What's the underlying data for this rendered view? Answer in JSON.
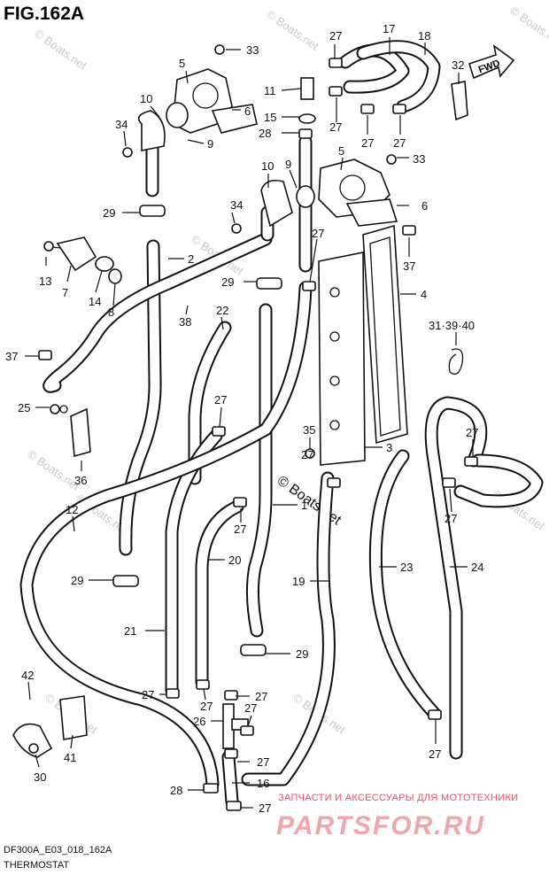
{
  "figure": {
    "title": "FIG.162A",
    "code": "DF300A_E03_018_162A",
    "name": "THERMOSTAT"
  },
  "watermarks": {
    "text": "© Boats.net",
    "center_text": "© Boats.net"
  },
  "branding": {
    "tagline": "ЗАПЧАСТИ И АКСЕССУАРЫ ДЛЯ МОТОТЕХНИКИ",
    "logo": "PARTSFOR.RU",
    "accent_color": "#f04e5a"
  },
  "fwd_label": "FWD",
  "callouts": [
    {
      "id": "c33a",
      "label": "33"
    },
    {
      "id": "c5a",
      "label": "5"
    },
    {
      "id": "c10a",
      "label": "10"
    },
    {
      "id": "c6a",
      "label": "6"
    },
    {
      "id": "c34a",
      "label": "34"
    },
    {
      "id": "c9a",
      "label": "9"
    },
    {
      "id": "c29a",
      "label": "29"
    },
    {
      "id": "c27a",
      "label": "27"
    },
    {
      "id": "c17",
      "label": "17"
    },
    {
      "id": "c18",
      "label": "18"
    },
    {
      "id": "c32",
      "label": "32"
    },
    {
      "id": "c11",
      "label": "11"
    },
    {
      "id": "c15",
      "label": "15"
    },
    {
      "id": "c28a",
      "label": "28"
    },
    {
      "id": "c27b",
      "label": "27"
    },
    {
      "id": "c27c",
      "label": "27"
    },
    {
      "id": "c27d",
      "label": "27"
    },
    {
      "id": "c10b",
      "label": "10"
    },
    {
      "id": "c9b",
      "label": "9"
    },
    {
      "id": "c5b",
      "label": "5"
    },
    {
      "id": "c33b",
      "label": "33"
    },
    {
      "id": "c6b",
      "label": "6"
    },
    {
      "id": "c34b",
      "label": "34"
    },
    {
      "id": "c27e",
      "label": "27"
    },
    {
      "id": "c37a",
      "label": "37"
    },
    {
      "id": "c4",
      "label": "4"
    },
    {
      "id": "c13",
      "label": "13"
    },
    {
      "id": "c7",
      "label": "7"
    },
    {
      "id": "c14",
      "label": "14"
    },
    {
      "id": "c8",
      "label": "8"
    },
    {
      "id": "c2",
      "label": "2"
    },
    {
      "id": "c29b",
      "label": "29"
    },
    {
      "id": "c38",
      "label": "38"
    },
    {
      "id": "c22",
      "label": "22"
    },
    {
      "id": "c313940",
      "label": "31·39·40"
    },
    {
      "id": "c37b",
      "label": "37"
    },
    {
      "id": "c25",
      "label": "25"
    },
    {
      "id": "c27f",
      "label": "27"
    },
    {
      "id": "c35",
      "label": "35"
    },
    {
      "id": "c3",
      "label": "3"
    },
    {
      "id": "c27g",
      "label": "27"
    },
    {
      "id": "c36",
      "label": "36"
    },
    {
      "id": "c27h",
      "label": "27"
    },
    {
      "id": "c27i",
      "label": "27"
    },
    {
      "id": "c12",
      "label": "12"
    },
    {
      "id": "c1",
      "label": "1"
    },
    {
      "id": "c27j",
      "label": "27"
    },
    {
      "id": "c20",
      "label": "20"
    },
    {
      "id": "c23",
      "label": "23"
    },
    {
      "id": "c24",
      "label": "24"
    },
    {
      "id": "c29c",
      "label": "29"
    },
    {
      "id": "c19",
      "label": "19"
    },
    {
      "id": "c21",
      "label": "21"
    },
    {
      "id": "c29d",
      "label": "29"
    },
    {
      "id": "c42",
      "label": "42"
    },
    {
      "id": "c27k",
      "label": "27"
    },
    {
      "id": "c27l",
      "label": "27"
    },
    {
      "id": "c27m",
      "label": "27"
    },
    {
      "id": "c27n",
      "label": "27"
    },
    {
      "id": "c26",
      "label": "26"
    },
    {
      "id": "c41",
      "label": "41"
    },
    {
      "id": "c27o",
      "label": "27"
    },
    {
      "id": "c27p",
      "label": "27"
    },
    {
      "id": "c30",
      "label": "30"
    },
    {
      "id": "c28b",
      "label": "28"
    },
    {
      "id": "c16",
      "label": "16"
    },
    {
      "id": "c27q",
      "label": "27"
    }
  ]
}
